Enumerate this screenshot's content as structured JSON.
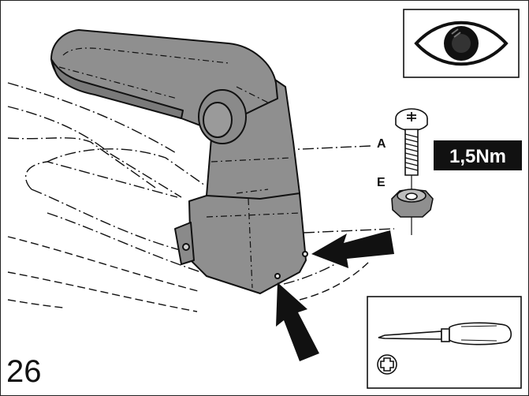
{
  "step_number": "26",
  "part_labels": {
    "screw": "A",
    "nut": "E"
  },
  "torque": "1,5Nm",
  "icons": {
    "inspect": "eye-icon",
    "tool": "phillips-screwdriver-icon",
    "tool_head": "phillips-head-icon"
  },
  "colors": {
    "part_fill": "#8f8f8f",
    "line": "#111111",
    "torque_bg": "#111111",
    "torque_text": "#ffffff"
  }
}
